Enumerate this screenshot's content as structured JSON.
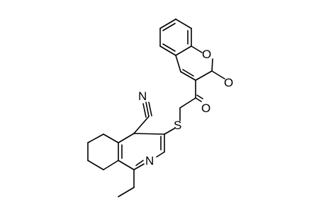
{
  "molecule": {
    "atoms": {
      "N_nitrile": "N",
      "S_thioether": "S",
      "O_ketone": "O",
      "O_ring": "O",
      "O_lactone": "O",
      "N_ring": "N"
    }
  },
  "colors": {
    "bond": "#000000",
    "label": "#000000",
    "background": "#ffffff"
  }
}
